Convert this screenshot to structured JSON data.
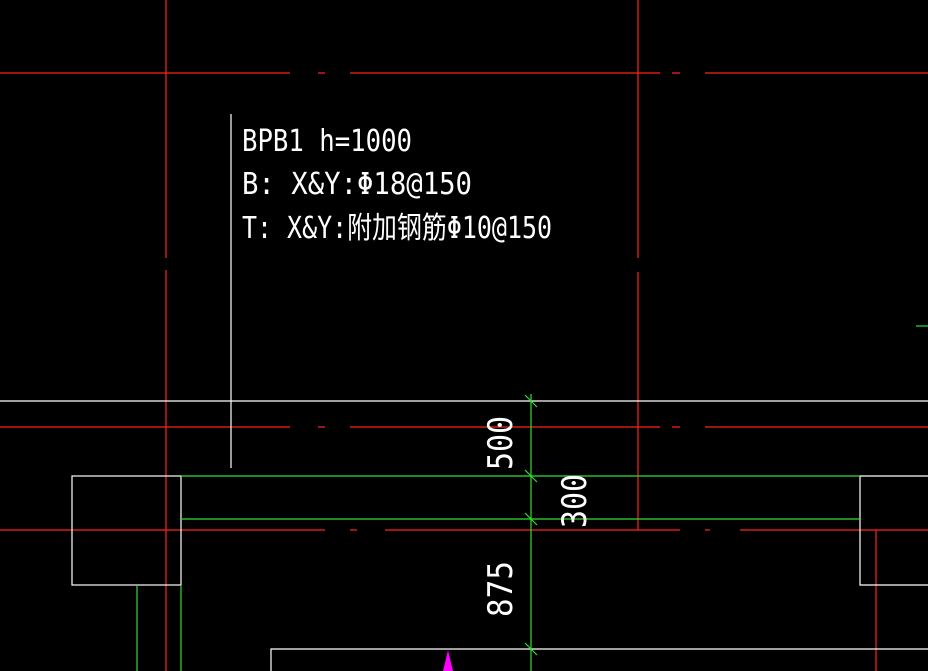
{
  "annotation": {
    "line1": "BPB1 h=1000",
    "line2": "B: X&Y:Φ18@150",
    "line3": "T: X&Y:附加钢筋Φ10@150"
  },
  "dimensions": {
    "dim_top": "500",
    "dim_mid": "300",
    "dim_bottom": "875"
  },
  "colors": {
    "background": "#000000",
    "axis_line": "#ff2020",
    "outline": "#ffffff",
    "dimension": "#30e030",
    "marker": "#ff00ff"
  }
}
